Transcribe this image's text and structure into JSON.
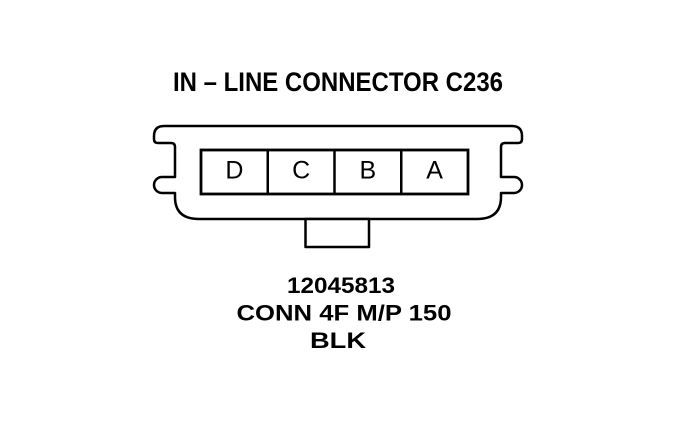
{
  "title": "IN – LINE CONNECTOR C236",
  "connector": {
    "pins": [
      "D",
      "C",
      "B",
      "A"
    ]
  },
  "part_info": {
    "part_number": "12045813",
    "description": "CONN 4F M/P 150",
    "color_code": "BLK"
  },
  "colors": {
    "line": "#000000",
    "background": "#ffffff"
  }
}
